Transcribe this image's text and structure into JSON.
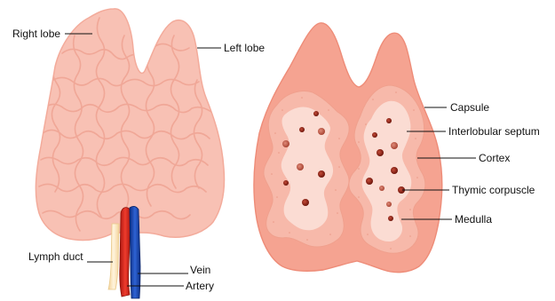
{
  "labels": {
    "right_lobe": "Right lobe",
    "left_lobe": "Left lobe",
    "lymph_duct": "Lymph duct",
    "vein": "Vein",
    "artery": "Artery",
    "capsule": "Capsule",
    "interlobular_septum": "Interlobular septum",
    "cortex": "Cortex",
    "thymic_corpuscle": "Thymic corpuscle",
    "medulla": "Medulla"
  },
  "colors": {
    "gland": "#f8c1b4",
    "gland_outline": "#f3ab9b",
    "lobule_lines": "#f0a797",
    "section_capsule": "#f5a391",
    "section_cortex": "#f7b9aa",
    "section_medulla": "#fbdcd3",
    "corpuscle": "#8a1f12",
    "vein": "#1f4fb8",
    "artery": "#d9261c",
    "lymph_duct": "#fbe7bf",
    "text": "#111111"
  }
}
